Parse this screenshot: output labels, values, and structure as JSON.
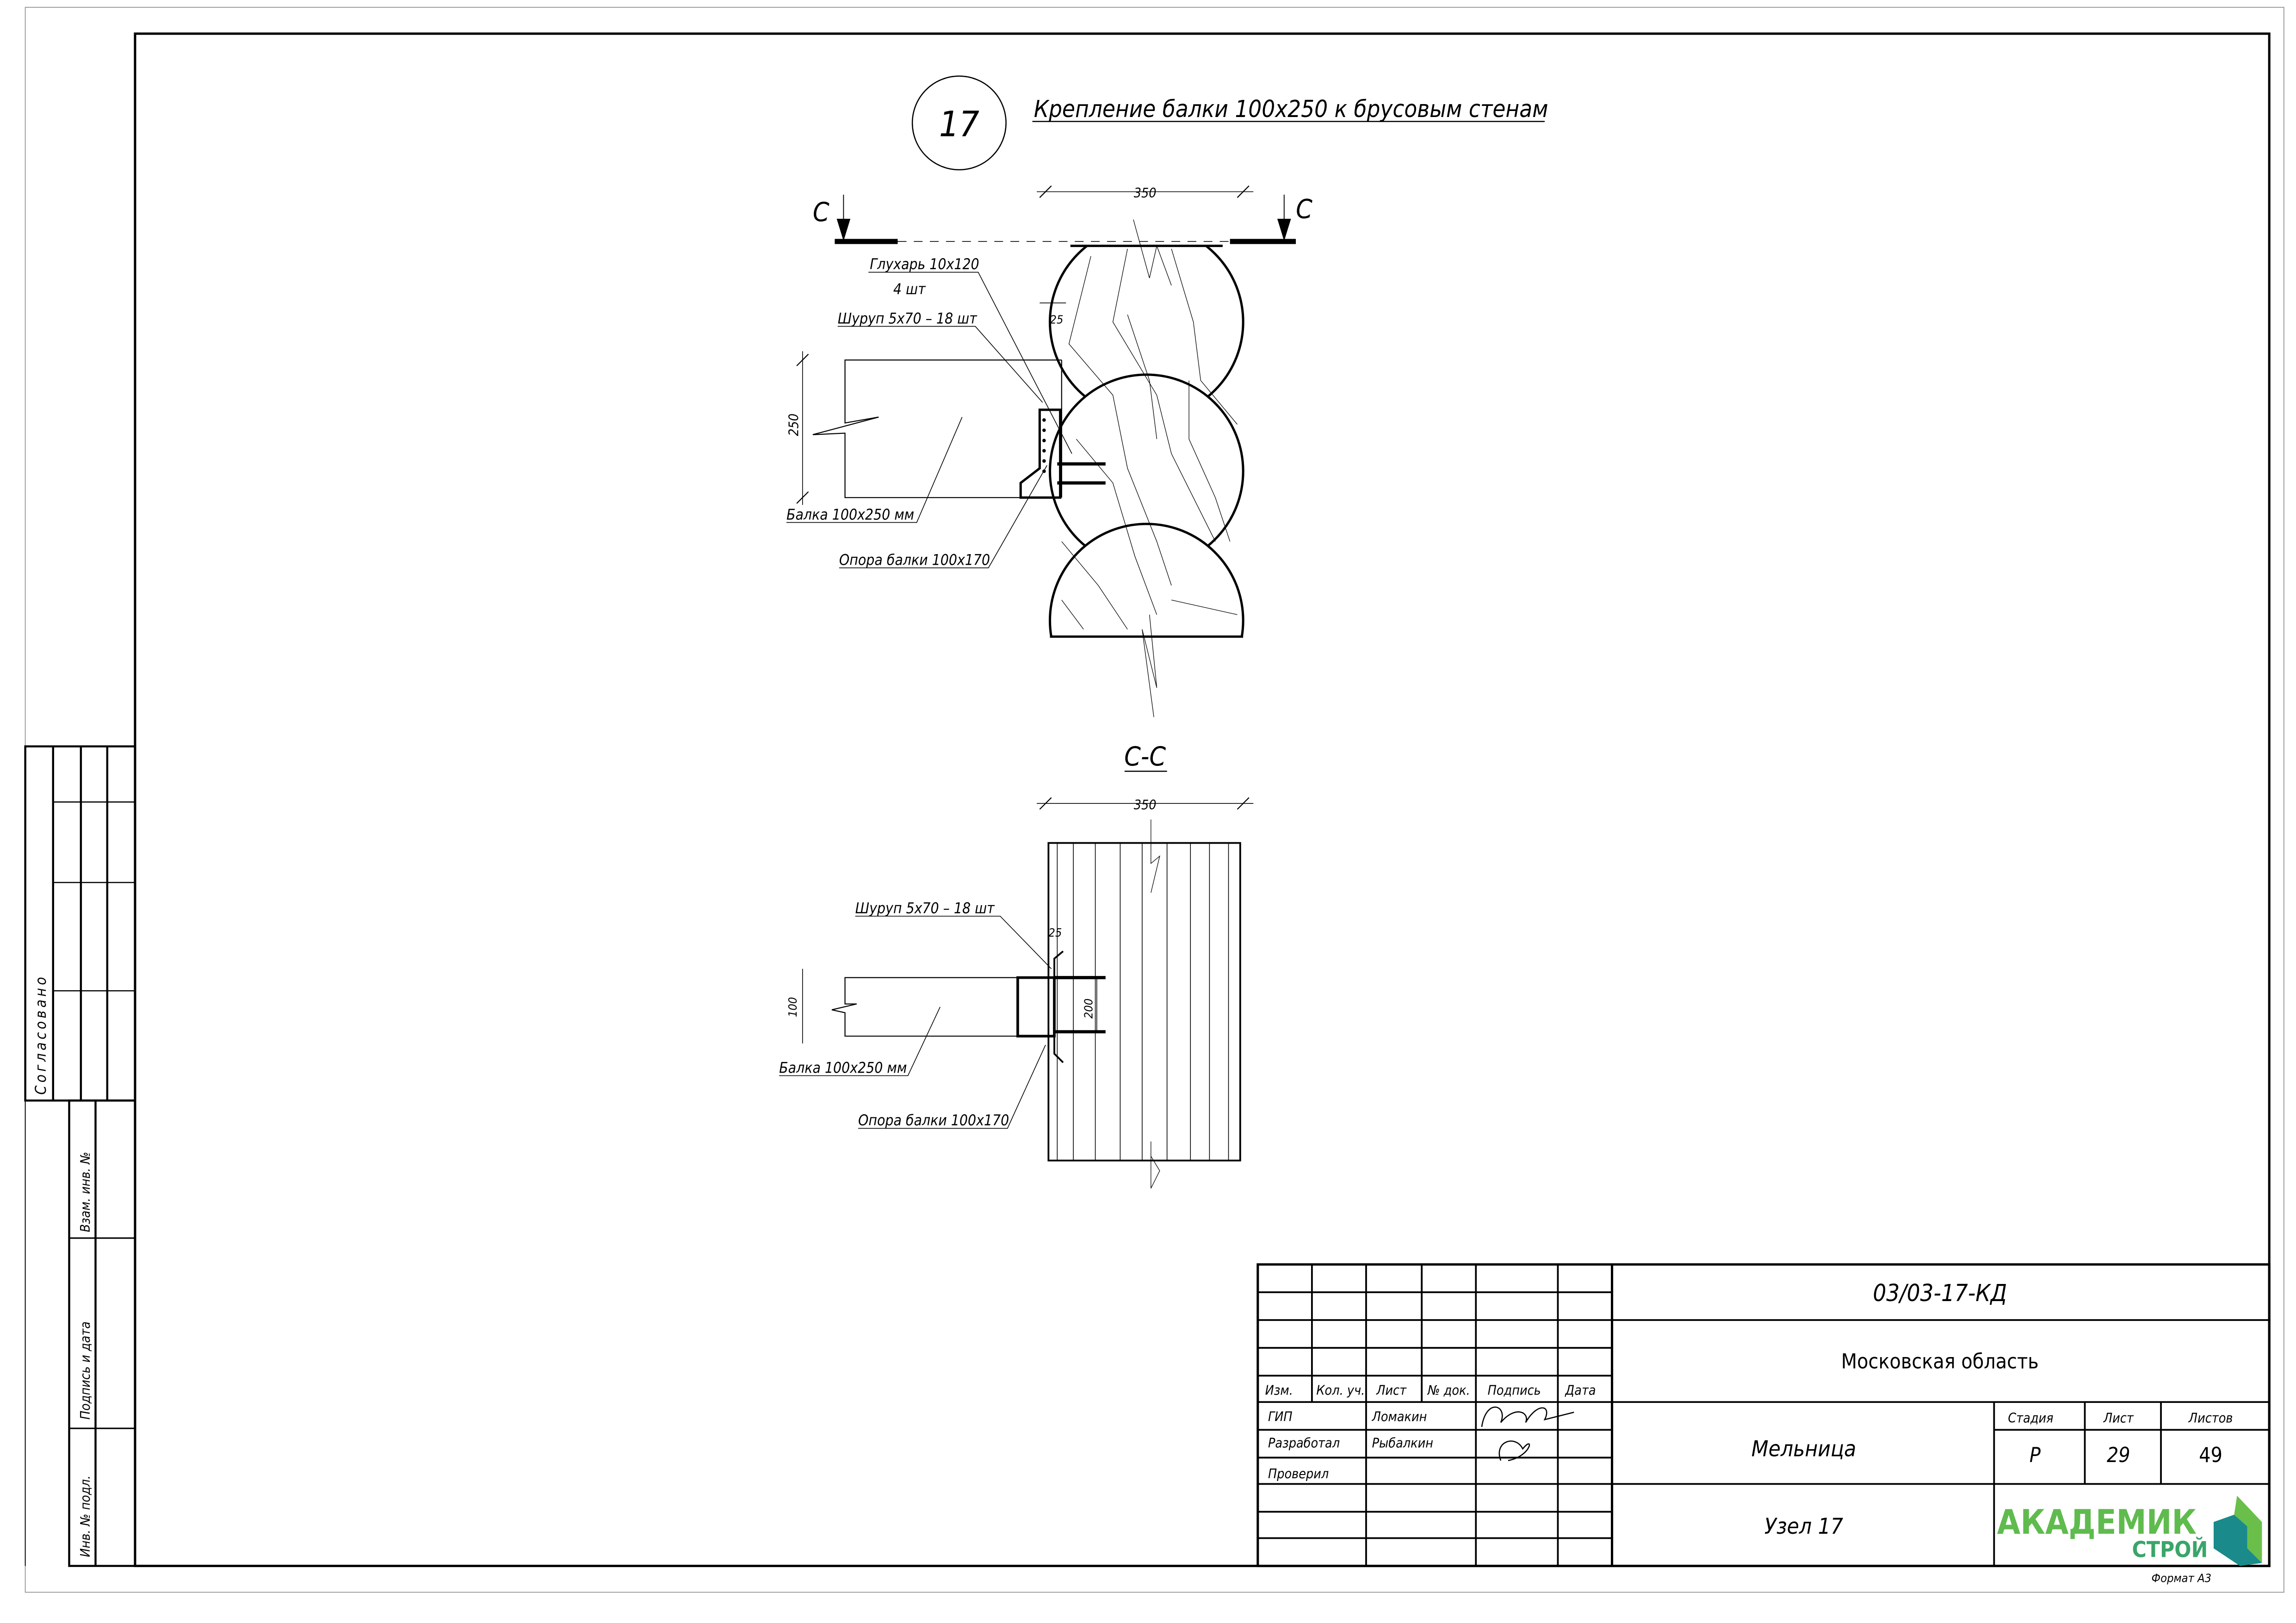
{
  "node": {
    "number": "17",
    "title": "Крепление балки 100x250 к брусовым стенам"
  },
  "plan_view": {
    "section_mark_left": "С",
    "section_mark_right": "С",
    "dim_width": "350",
    "dim_height": "250",
    "dim_offset": "25",
    "label_lag_screw": "Глухарь 10x120",
    "label_lag_screw_qty": "4 шт",
    "label_screw": "Шуруп 5x70  – 18 шт",
    "label_beam": "Балка 100x250 мм",
    "label_support": "Опора балки 100x170"
  },
  "section_view": {
    "title": "С-С",
    "dim_width": "350",
    "dim_offset": "25",
    "dim_beam": "100",
    "dim_support": "200",
    "label_screw": "Шуруп 5x70  – 18 шт",
    "label_beam": "Балка 100x250 мм",
    "label_support": "Опора балки 100x170"
  },
  "side_stamp": {
    "agreed": "Согласовано",
    "replace_inv": "Взам. инв. №",
    "sign_date": "Подпись и дата",
    "inv_orig": "Инв. № подл."
  },
  "title_block": {
    "doc_code": "03/03-17-КД",
    "region": "Московская область",
    "object": "Мельница",
    "sheet_name": "Узел 17",
    "headers": [
      "Изм.",
      "Кол. уч.",
      "Лист",
      "№ док.",
      "Подпись",
      "Дата"
    ],
    "roles": [
      {
        "role": "ГИП",
        "name": "Ломакин"
      },
      {
        "role": "Разработал",
        "name": "Рыбалкин"
      },
      {
        "role": "Проверил",
        "name": ""
      }
    ],
    "stage_label": "Стадия",
    "sheet_label": "Лист",
    "sheets_label": "Листов",
    "stage": "Р",
    "sheet": "29",
    "sheets": "49",
    "logo_main": "АКАДЕМИК",
    "logo_sub": "СТРОЙ",
    "format": "Формат А3",
    "colors": {
      "logo_green": "#6abf4b",
      "logo_teal": "#1a8a8a"
    }
  }
}
